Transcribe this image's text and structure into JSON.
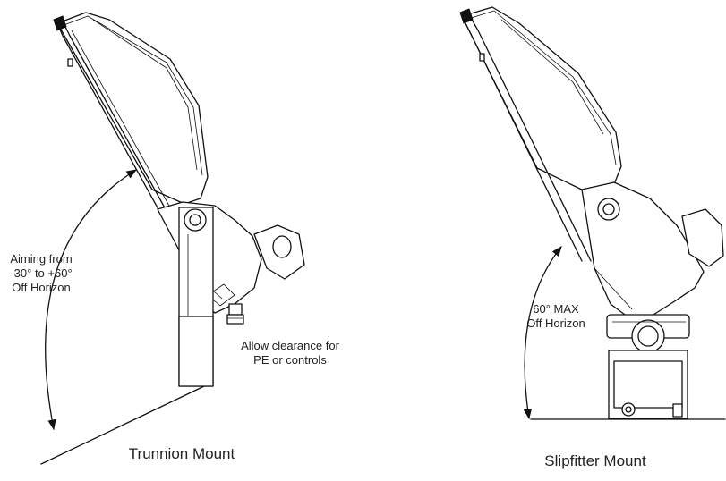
{
  "diagrams": [
    {
      "caption": "Trunnion Mount",
      "aim_note": [
        "Aiming from",
        "-30° to +60°",
        "Off Horizon"
      ],
      "clearance_note": [
        "Allow clearance for",
        "PE or controls"
      ]
    },
    {
      "caption": "Slipfitter Mount",
      "aim_note": [
        "60° MAX",
        "Off Horizon"
      ]
    }
  ]
}
